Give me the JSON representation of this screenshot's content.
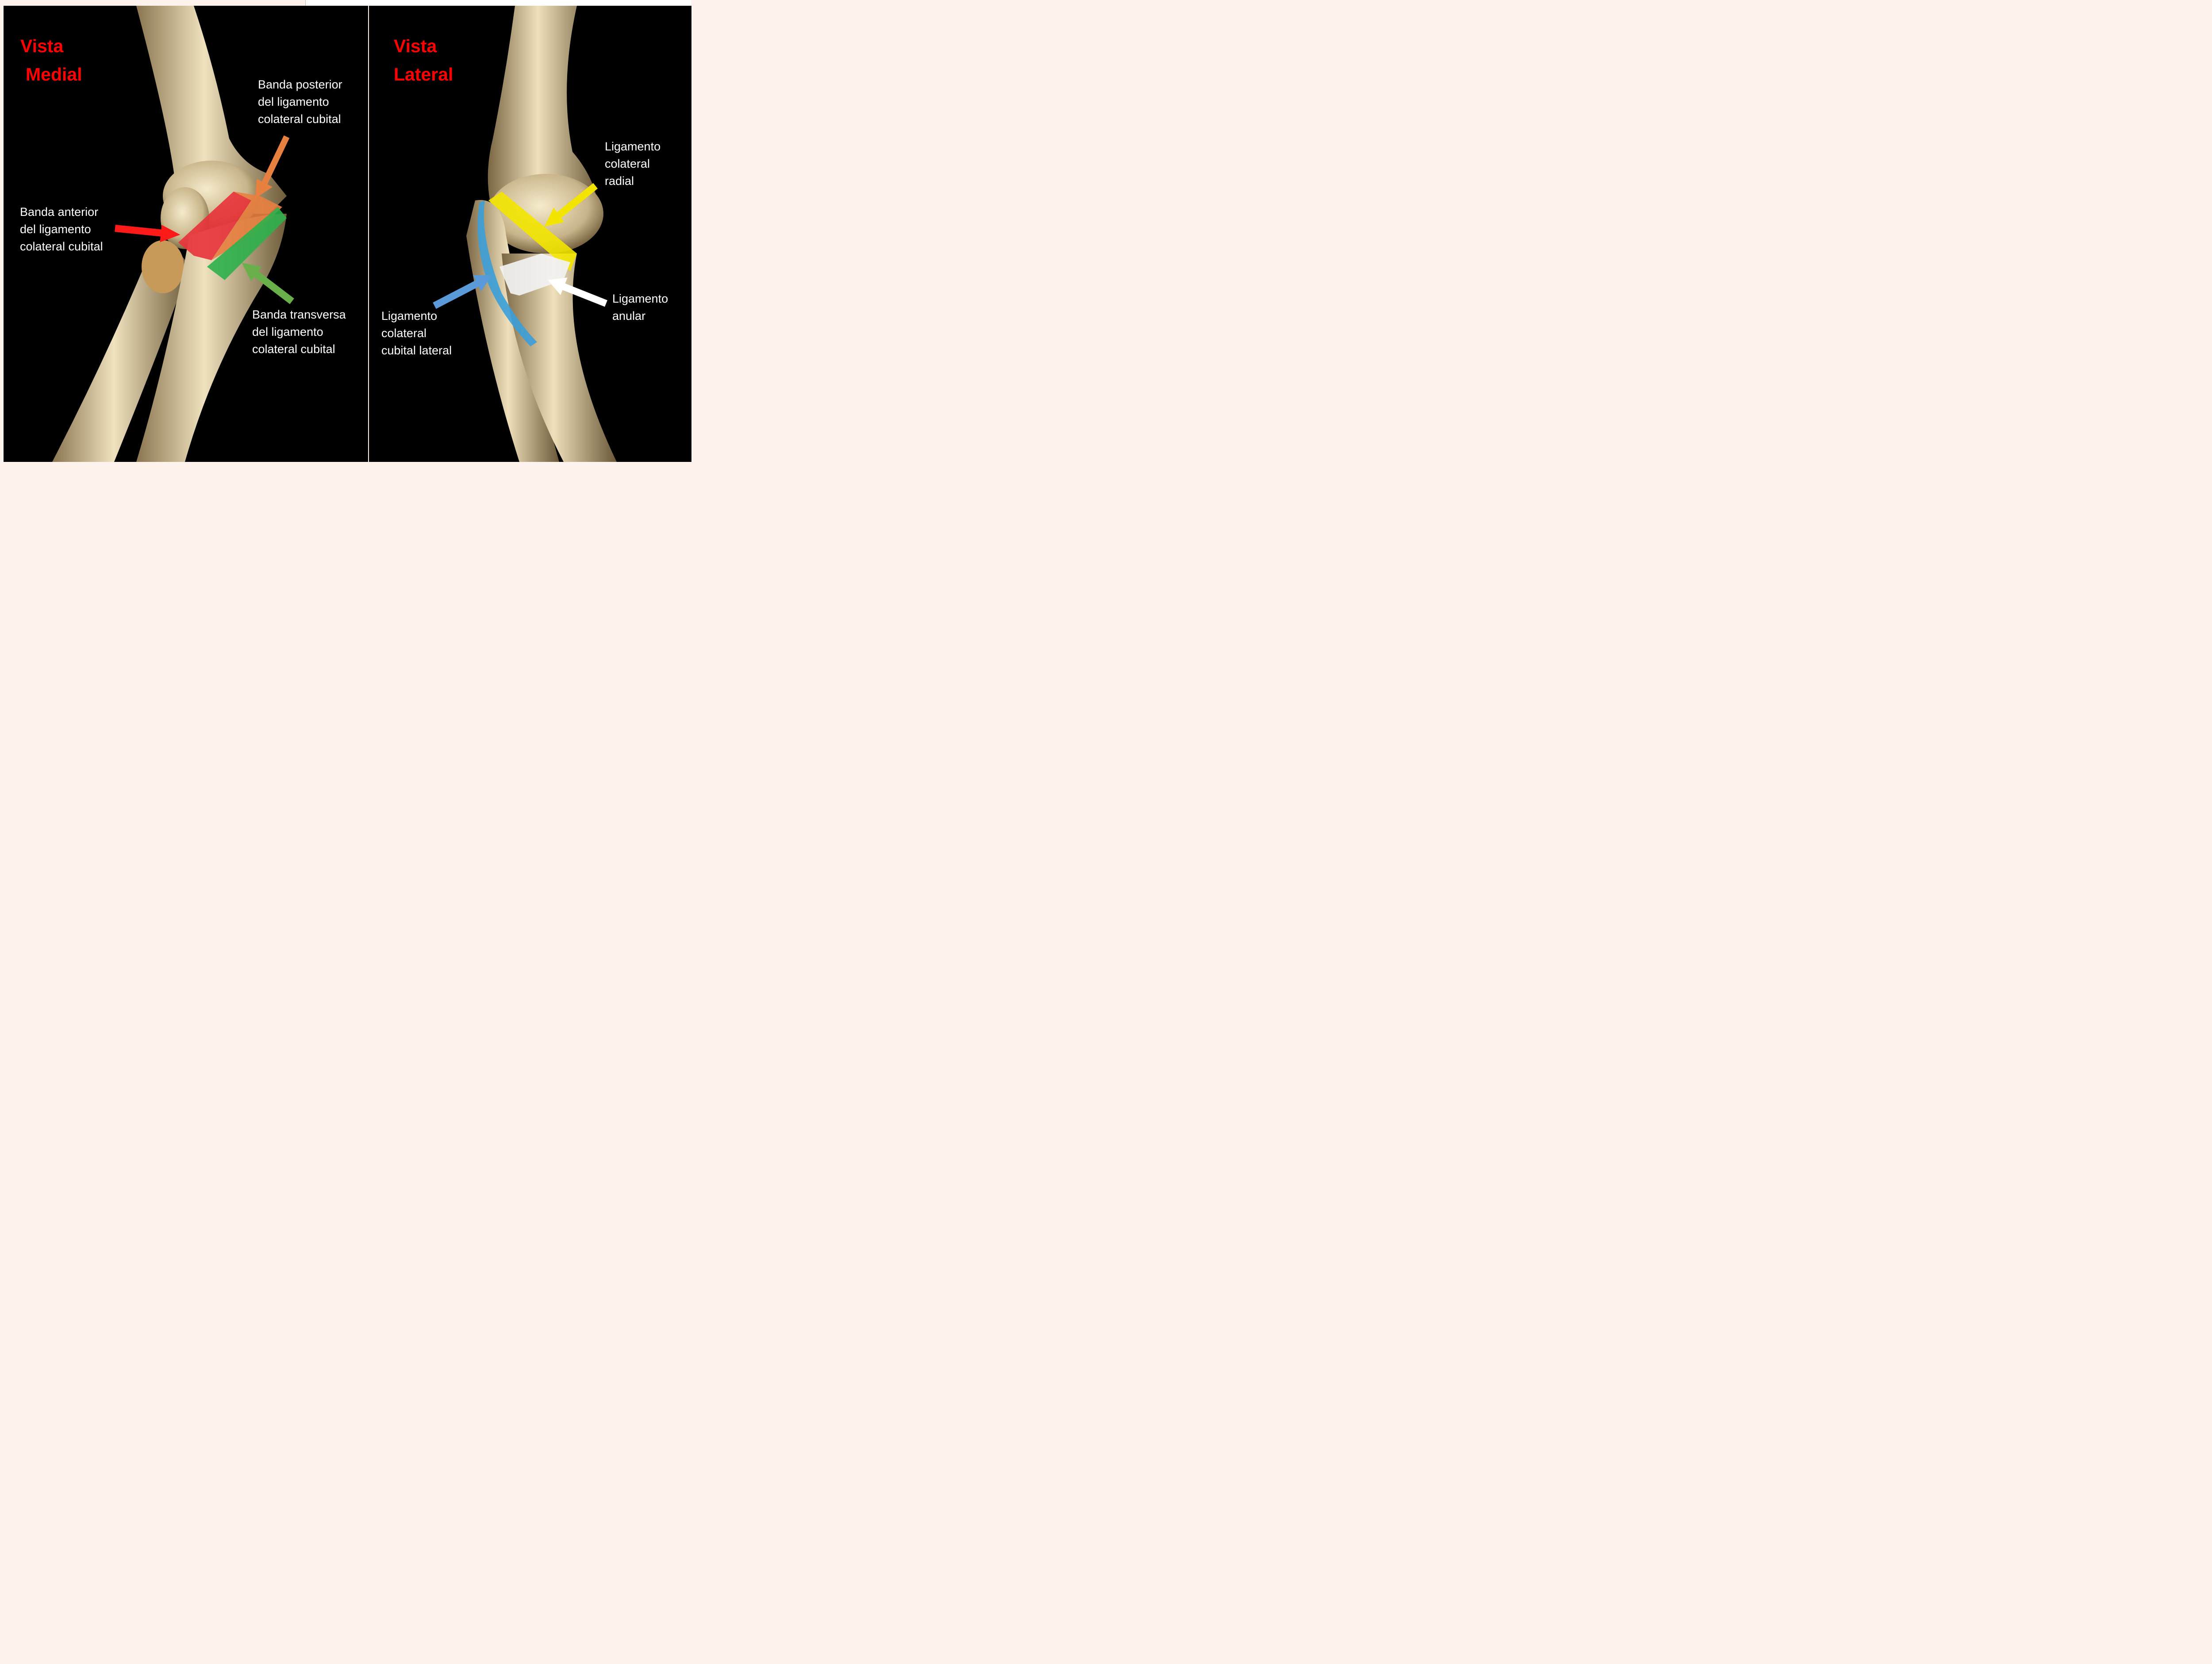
{
  "medial": {
    "title_line1": "Vista",
    "title_line2": "Medial",
    "labels": {
      "posterior_band": "Banda posterior\ndel ligamento\ncolateral cubital",
      "anterior_band": "Banda anterior\n del ligamento\ncolateral cubital",
      "transverse_band": "Banda transversa\ndel ligamento\ncolateral cubital"
    }
  },
  "lateral": {
    "title_line1": "Vista",
    "title_line2": "Lateral",
    "labels": {
      "radial_collateral": "Ligamento\ncolateral\nradial",
      "annular": "Ligamento\nanular",
      "lateral_ulnar_collateral": "Ligamento\ncolateral\ncubital lateral"
    }
  },
  "colors": {
    "title": "#ff0000",
    "label": "#ffffff",
    "anterior_band": "#e8323a",
    "posterior_band": "#e88040",
    "transverse_band": "#2db04b",
    "radial_collateral": "#f3e500",
    "annular": "#f2f2f2",
    "lateral_ulnar_collateral": "#3a9fd8"
  }
}
